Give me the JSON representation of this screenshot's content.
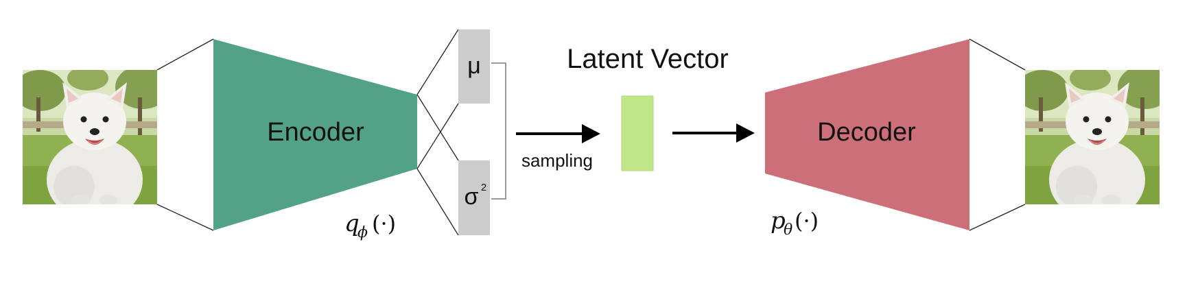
{
  "encoder": {
    "label": "Encoder",
    "func": "q",
    "func_sub": "ϕ",
    "func_arg": "(·)",
    "color": "#52a287"
  },
  "decoder": {
    "label": "Decoder",
    "func": "p",
    "func_sub": "θ",
    "func_arg": "(·)",
    "color": "#cd6f78"
  },
  "mu": {
    "label": "μ"
  },
  "sigma": {
    "label": "σ",
    "sup": "2"
  },
  "latent": {
    "title": "Latent Vector",
    "color": "#c1e68a"
  },
  "sampling": {
    "label": "sampling"
  },
  "colors": {
    "box_gray": "#cccccc",
    "line": "#222222",
    "arrow": "#000000"
  },
  "images": {
    "input": "dog-photo",
    "output": "dog-photo"
  }
}
